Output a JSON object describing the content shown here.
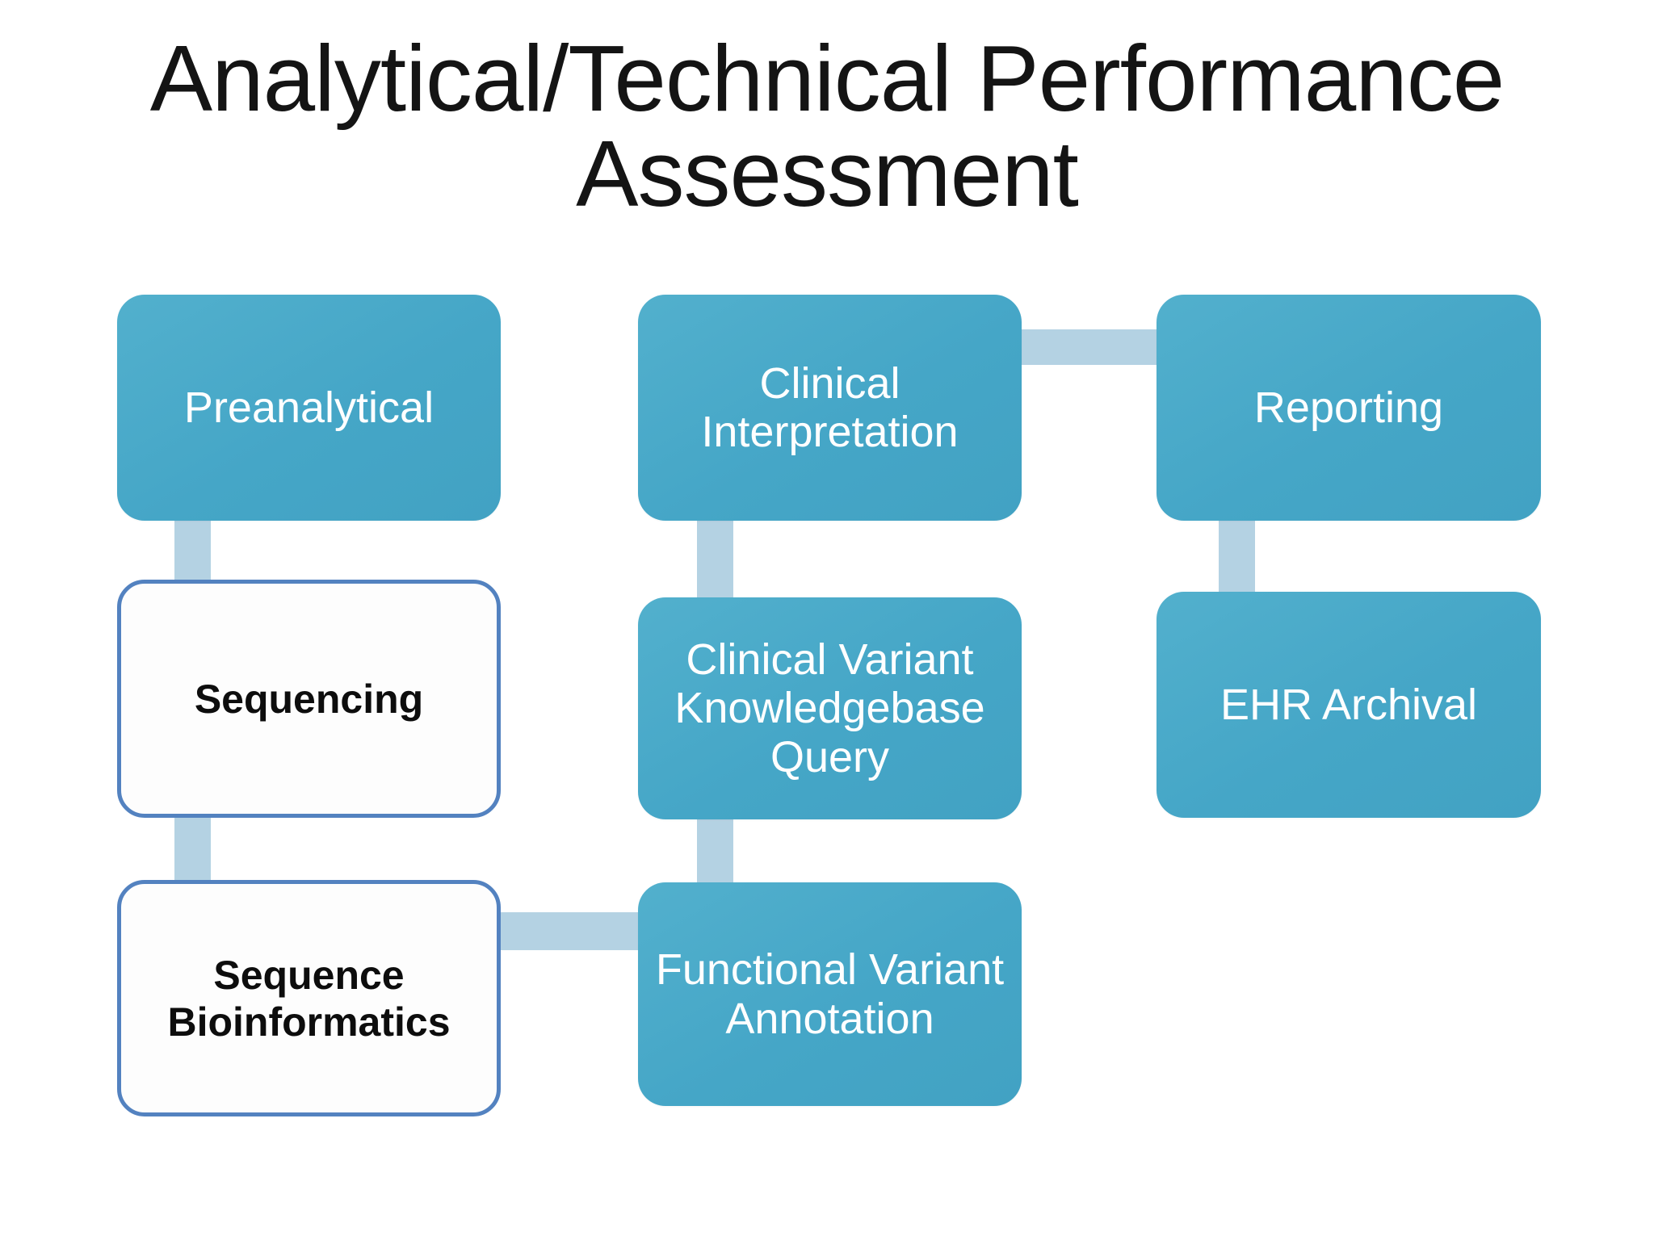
{
  "slide": {
    "title": "Analytical/Technical Performance\nAssessment",
    "background_color": "#FFFFFF"
  },
  "theme": {
    "node_fill_color": "#4BAAC9",
    "node_outline_border_color": "#5382C0",
    "node_outline_fill_color": "#FDFDFD",
    "connector_color": "#B4D2E3",
    "filled_text_color": "#FFFFFF",
    "outline_text_color": "#0D0D0D",
    "title_text_color": "#141414"
  },
  "diagram": {
    "type": "process-flow",
    "columns": [
      {
        "name": "column-1",
        "nodes": [
          {
            "id": "preanalytical",
            "label": "Preanalytical",
            "style": "filled"
          },
          {
            "id": "sequencing",
            "label": "Sequencing",
            "style": "outline"
          },
          {
            "id": "sequence-bioinformatics",
            "label": "Sequence\nBioinformatics",
            "style": "outline"
          }
        ]
      },
      {
        "name": "column-2",
        "nodes": [
          {
            "id": "clinical-interpretation",
            "label": "Clinical\nInterpretation",
            "style": "filled"
          },
          {
            "id": "clinical-variant-knowledgebase-query",
            "label": "Clinical Variant\nKnowledgebase\nQuery",
            "style": "filled"
          },
          {
            "id": "functional-variant-annotation",
            "label": "Functional Variant\nAnnotation",
            "style": "filled"
          }
        ]
      },
      {
        "name": "column-3",
        "nodes": [
          {
            "id": "reporting",
            "label": "Reporting",
            "style": "filled"
          },
          {
            "id": "ehr-archival",
            "label": "EHR Archival",
            "style": "filled"
          }
        ]
      }
    ],
    "connectors": [
      {
        "id": "preanalytical-to-sequencing",
        "from": "preanalytical",
        "to": "sequencing",
        "orientation": "vertical"
      },
      {
        "id": "sequencing-to-sequence-bioinformatics",
        "from": "sequencing",
        "to": "sequence-bioinformatics",
        "orientation": "vertical"
      },
      {
        "id": "sequence-bioinformatics-to-functional-variant-annotation",
        "from": "sequence-bioinformatics",
        "to": "functional-variant-annotation",
        "orientation": "horizontal"
      },
      {
        "id": "functional-variant-annotation-to-clinical-variant-knowledgebase-query",
        "from": "functional-variant-annotation",
        "to": "clinical-variant-knowledgebase-query",
        "orientation": "vertical"
      },
      {
        "id": "clinical-variant-knowledgebase-query-to-clinical-interpretation",
        "from": "clinical-variant-knowledgebase-query",
        "to": "clinical-interpretation",
        "orientation": "vertical"
      },
      {
        "id": "clinical-interpretation-to-reporting",
        "from": "clinical-interpretation",
        "to": "reporting",
        "orientation": "horizontal"
      },
      {
        "id": "reporting-to-ehr-archival",
        "from": "reporting",
        "to": "ehr-archival",
        "orientation": "vertical"
      }
    ]
  }
}
